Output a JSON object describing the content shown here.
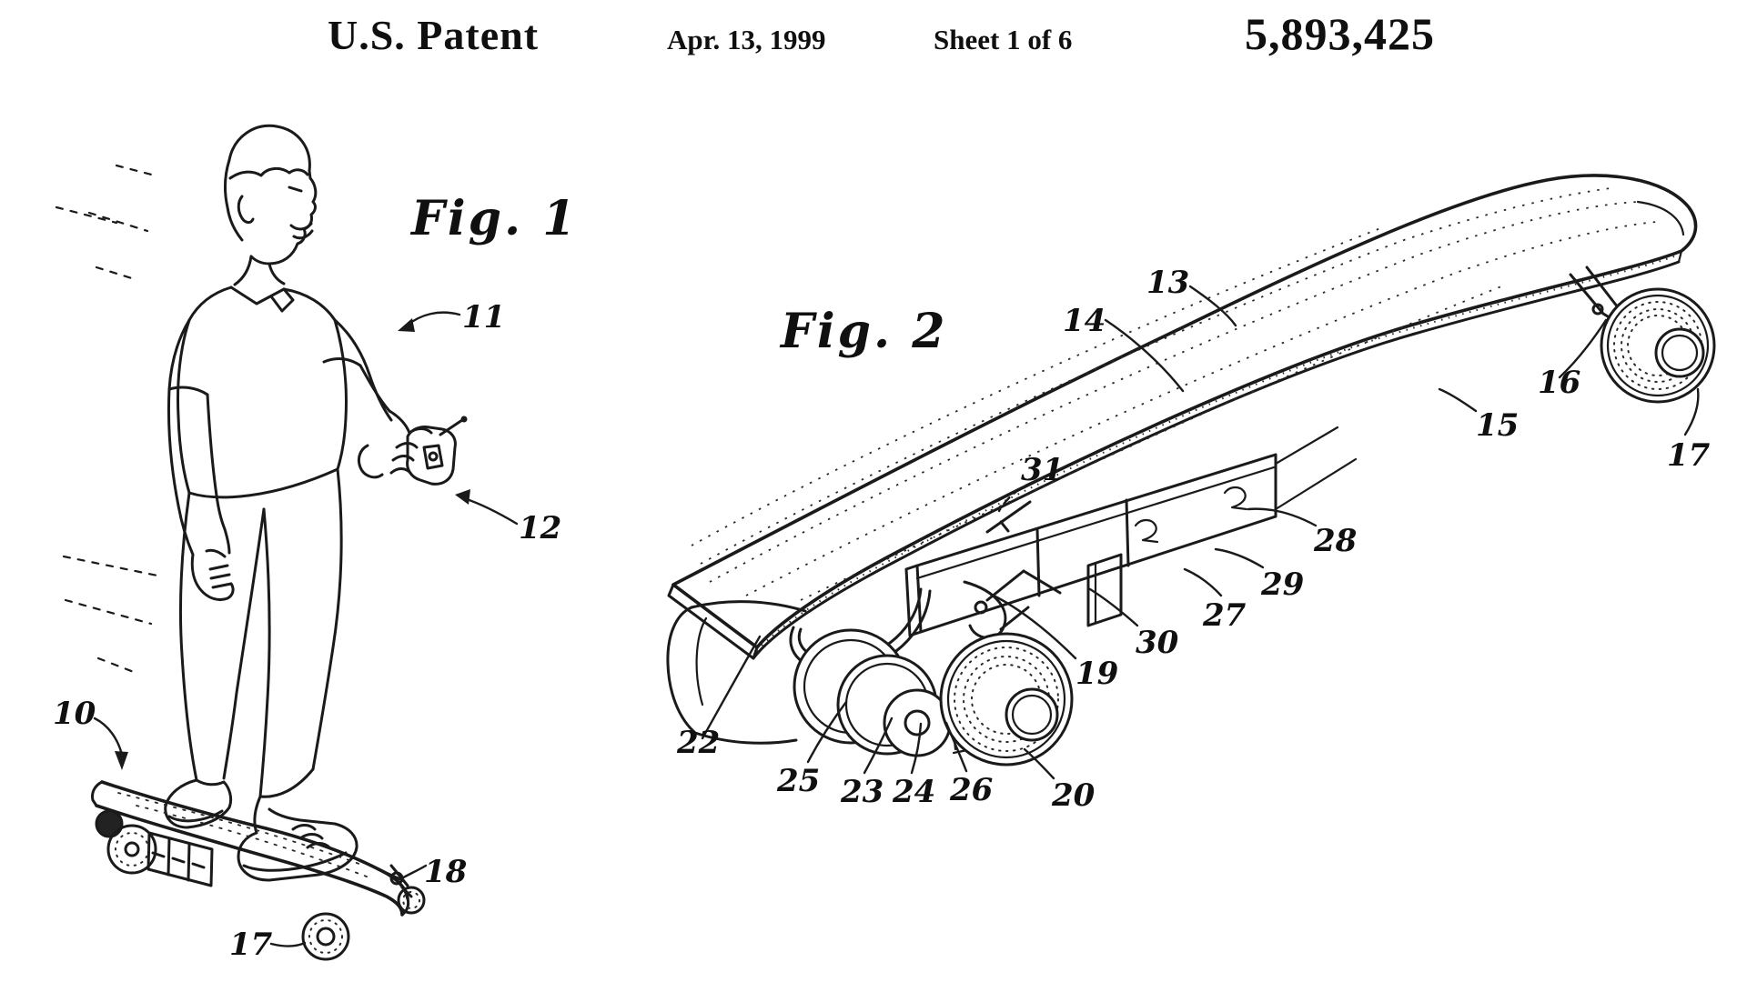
{
  "header": {
    "patent_label": "U.S. Patent",
    "date": "Apr. 13, 1999",
    "sheet": "Sheet 1 of 6",
    "patent_number": "5,893,425"
  },
  "figure1": {
    "caption": "Fig. 1",
    "ref_numerals": {
      "n10": "10",
      "n11": "11",
      "n12": "12",
      "n17": "17",
      "n18": "18"
    }
  },
  "figure2": {
    "caption": "Fig. 2",
    "ref_numerals": {
      "n13": "13",
      "n14": "14",
      "n15": "15",
      "n16": "16",
      "n17": "17",
      "n19": "19",
      "n20": "20",
      "n22": "22",
      "n23": "23",
      "n24": "24",
      "n25": "25",
      "n26": "26",
      "n27": "27",
      "n28": "28",
      "n29": "29",
      "n30": "30",
      "n31": "31"
    }
  }
}
